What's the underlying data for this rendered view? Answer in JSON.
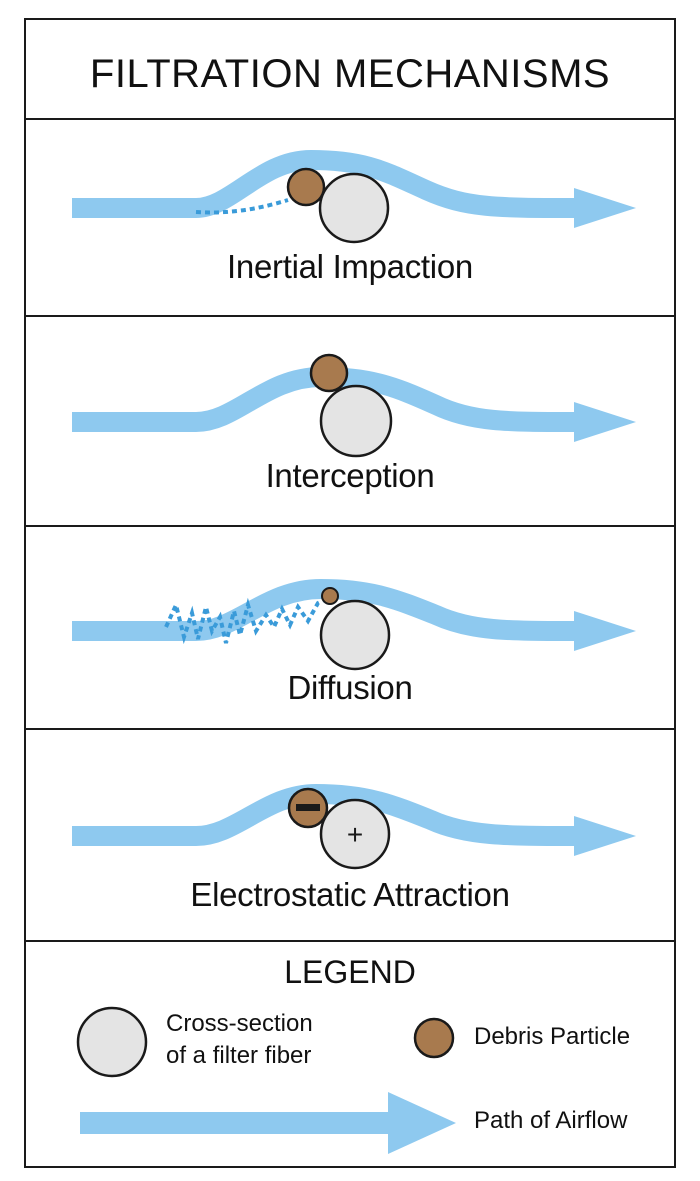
{
  "title": "FILTRATION MECHANISMS",
  "mechanisms": [
    {
      "label": "Inertial Impaction"
    },
    {
      "label": "Interception"
    },
    {
      "label": "Diffusion"
    },
    {
      "label": "Electrostatic Attraction"
    }
  ],
  "legend": {
    "title": "LEGEND",
    "fiber_line1": "Cross-section",
    "fiber_line2": "of a filter fiber",
    "particle": "Debris Particle",
    "airflow": "Path of Airflow"
  },
  "colors": {
    "airflow": "#8ec9ef",
    "diffusion_path": "#3a9bd9",
    "fiber": "#e4e4e4",
    "particle": "#a87a4e",
    "outline": "#1a1a1a"
  },
  "charges": {
    "particle": "−",
    "fiber": "+"
  }
}
